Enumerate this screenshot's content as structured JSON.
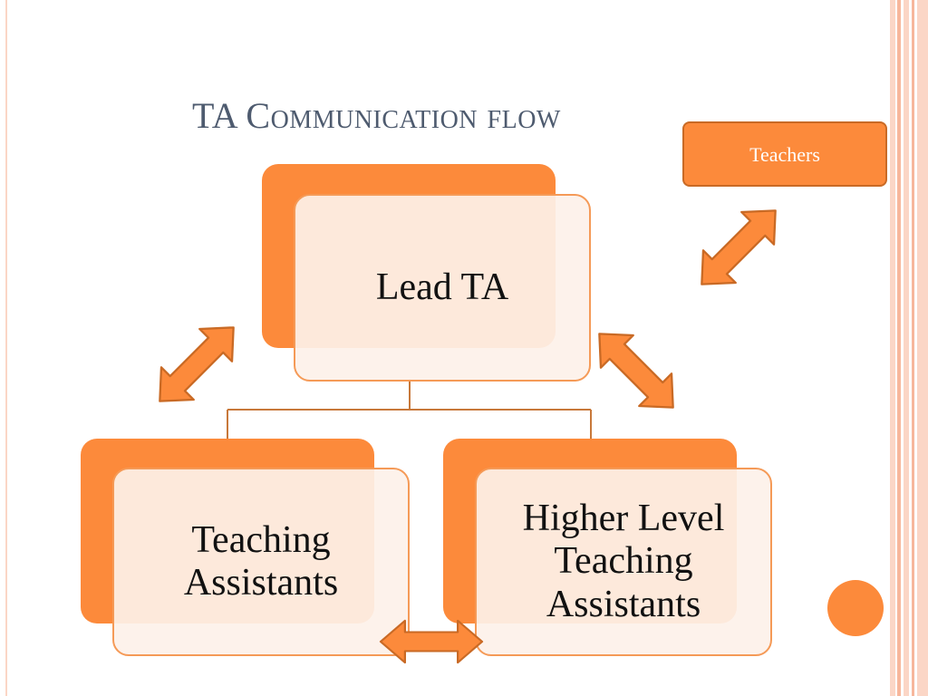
{
  "slide": {
    "title": "TA Communication flow",
    "teachers_label": "Teachers",
    "lead_label": "Lead TA",
    "ta_label_lines": [
      "Teaching",
      "Assistants"
    ],
    "hlta_label_lines": [
      "Higher Level",
      "Teaching",
      "Assistants"
    ]
  },
  "colors": {
    "accent": "#fc8a3b",
    "accent_dark": "#c96a25",
    "card_fill": "#fdf1e9",
    "card_border": "#f59a57",
    "title": "#4e5b6f",
    "connector": "#c8783a"
  }
}
